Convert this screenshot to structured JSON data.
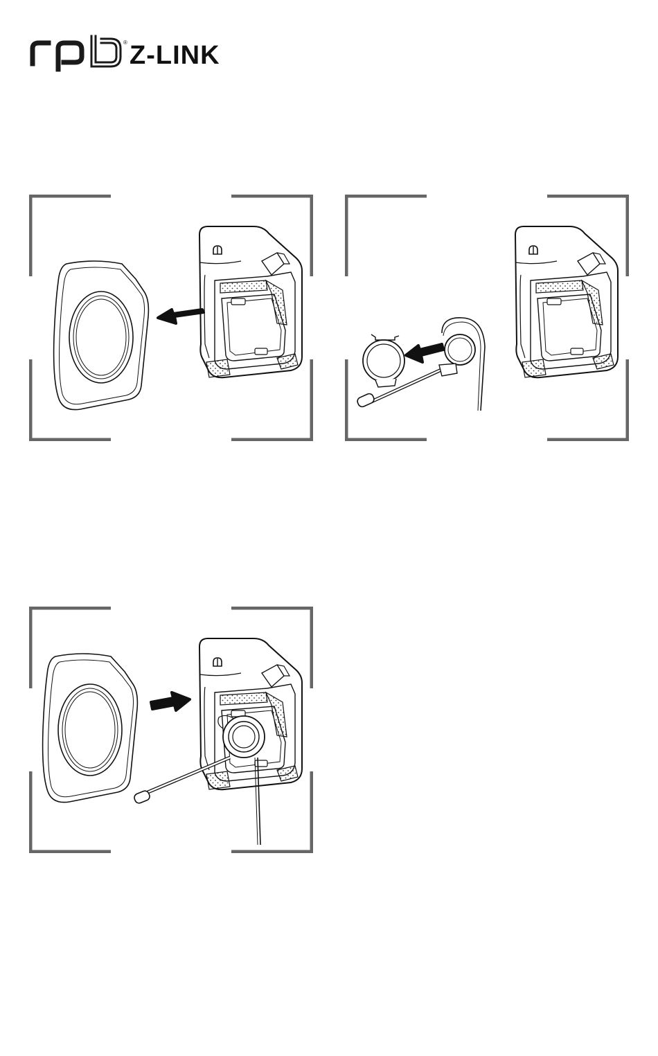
{
  "brand": {
    "rpb_text": "rpb",
    "registered_mark": "®",
    "product_text": "Z-LINK"
  },
  "steps": [
    {
      "id": "remove-ear-pad"
    },
    {
      "id": "attach-speaker-to-mount"
    },
    {
      "id": "reinstall-ear-pad"
    }
  ]
}
